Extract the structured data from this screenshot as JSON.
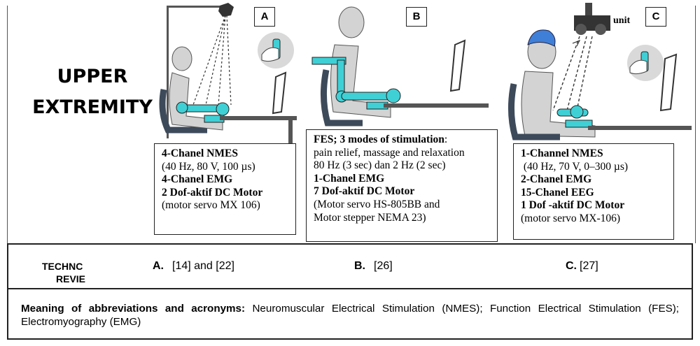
{
  "region_title": [
    "UPPER",
    "EXTREMITY"
  ],
  "panels": [
    {
      "letter": "A",
      "specs": [
        {
          "text": "4-Chanel NMES",
          "bold": true
        },
        {
          "text": "(40 Hz, 80 V, 100 µs)",
          "bold": false
        },
        {
          "text": "4-Chanel EMG",
          "bold": true
        },
        {
          "text": "2 Dof-aktif DC Motor",
          "bold": true
        },
        {
          "text": "(motor servo MX 106)",
          "bold": false
        }
      ]
    },
    {
      "letter": "B",
      "specs": [
        {
          "text": "FES; 3 modes of stimulation:",
          "bold": true,
          "bold_prefix": "FES; 3 modes of stimulation",
          "rest": ":"
        },
        {
          "text": "pain relief, massage and relaxation",
          "bold": false
        },
        {
          "text": "80 Hz (3 sec) dan 2 Hz (2 sec)",
          "bold": false
        },
        {
          "text": "1-Chanel EMG",
          "bold": true
        },
        {
          "text": "7 Dof-aktif DC Motor",
          "bold": true
        },
        {
          "text": "(Motor servo HS-805BB and",
          "bold": false
        },
        {
          "text": "Motor stepper NEMA 23)",
          "bold": false
        }
      ]
    },
    {
      "letter": "C",
      "unit_label": "unit",
      "specs": [
        {
          "text": "1-Channel NMES",
          "bold": true
        },
        {
          "text": " (40 Hz, 70 V, 0–300 µs)",
          "bold": false
        },
        {
          "text": "2-Chanel EMG",
          "bold": true
        },
        {
          "text": "15-Chanel EEG",
          "bold": true
        },
        {
          "text": "1 Dof -aktif DC Motor",
          "bold": true
        },
        {
          "text": "(motor servo MX-106)",
          "bold": false
        }
      ]
    }
  ],
  "references_row": {
    "label_lines": [
      "TECHNC",
      "REVIE"
    ],
    "items": [
      {
        "letter": "A.",
        "refs": "[14] and [22]"
      },
      {
        "letter": "B.",
        "refs": "[26]"
      },
      {
        "letter": "C.",
        "refs": "[27]"
      }
    ]
  },
  "abbreviations": {
    "heading": "Meaning of abbreviations and acronyms:",
    "body": " Neuromuscular Electrical Stimulation (NMES); Function Electrical Stimulation (FES); Electromyography (EMG)"
  },
  "colors": {
    "device_cyan": "#3fd0d6",
    "figure_gray": "#d3d3d3",
    "outline": "#222222",
    "cap_blue": "#3f7fd8"
  }
}
